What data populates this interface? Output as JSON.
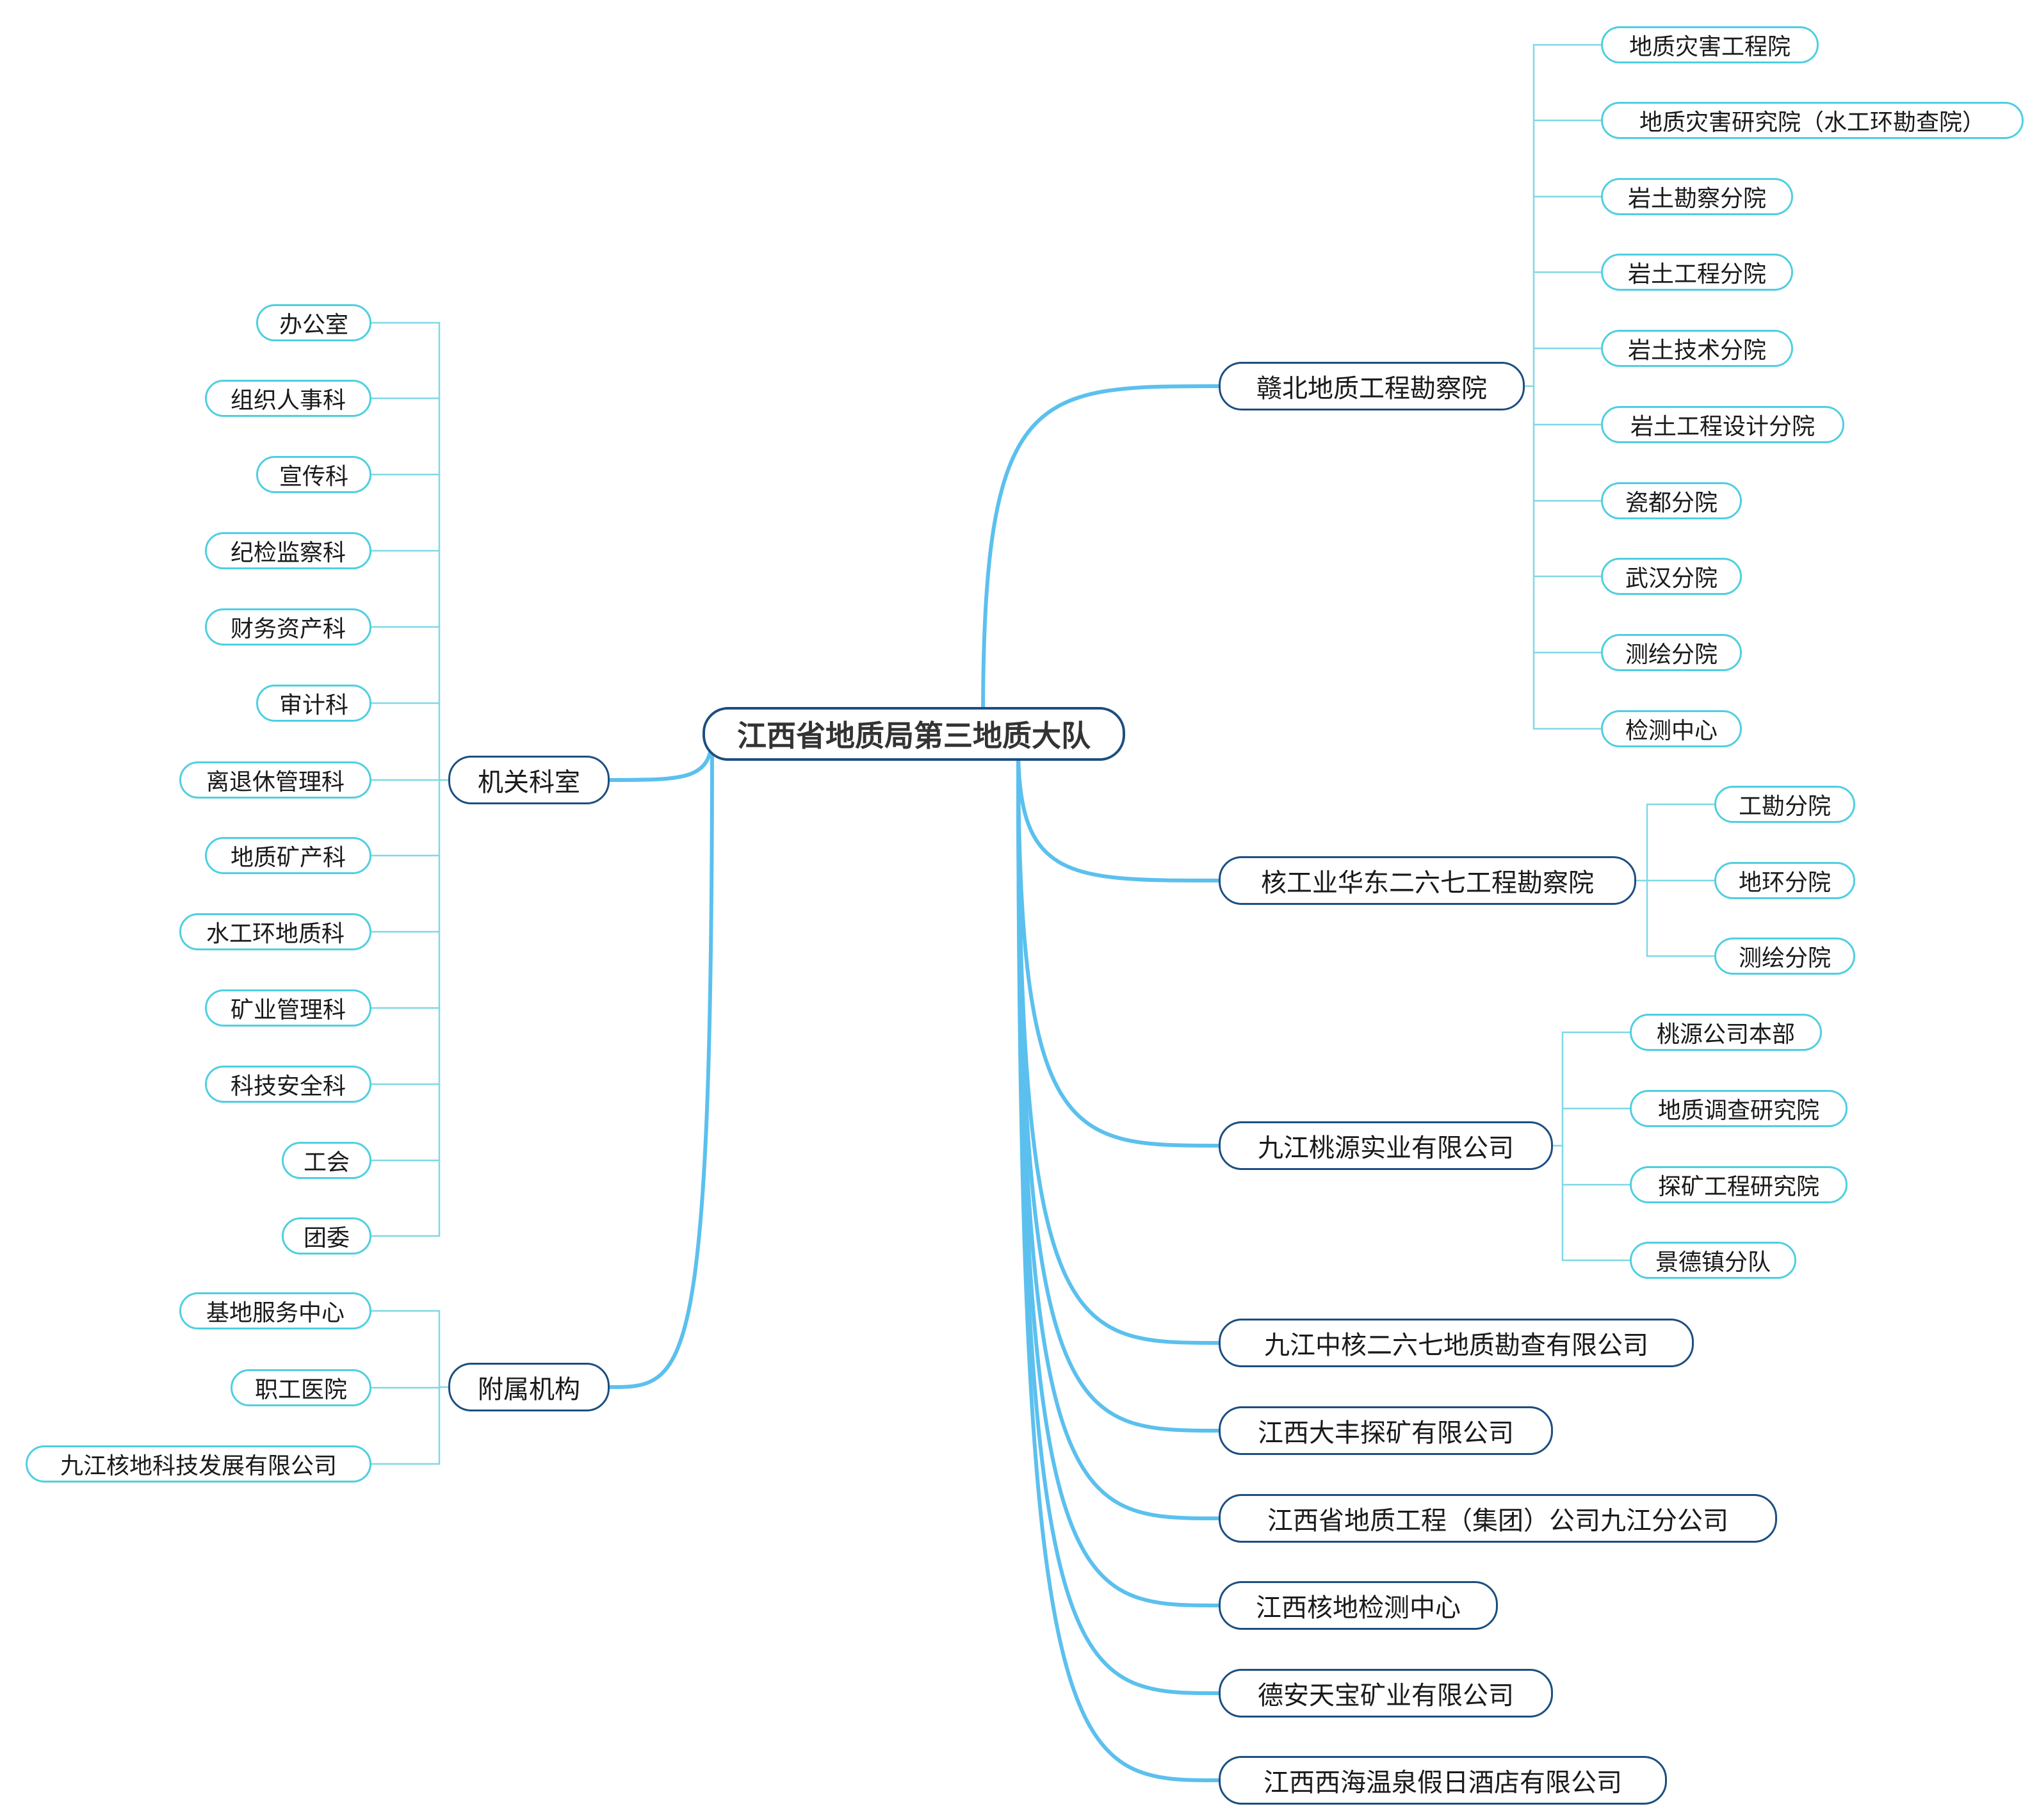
{
  "colors": {
    "main_link": "#5bc0ee",
    "leaf_link": "#7fd8e6",
    "branch_border": "#1c4e80",
    "leaf_border": "#4fcfe0"
  },
  "root": {
    "label": "江西省地质局第三地质大队"
  },
  "branches": {
    "left": [
      {
        "label": "机关科室",
        "children": [
          "办公室",
          "组织人事科",
          "宣传科",
          "纪检监察科",
          "财务资产科",
          "审计科",
          "离退休管理科",
          "地质矿产科",
          "水工环地质科",
          "矿业管理科",
          "科技安全科",
          "工会",
          "团委"
        ]
      },
      {
        "label": "附属机构",
        "children": [
          "基地服务中心",
          "职工医院",
          "九江核地科技发展有限公司"
        ]
      }
    ],
    "right": [
      {
        "label": "赣北地质工程勘察院",
        "children": [
          "地质灾害工程院",
          "地质灾害研究院（水工环勘查院）",
          "岩土勘察分院",
          "岩土工程分院",
          "岩土技术分院",
          "岩土工程设计分院",
          "瓷都分院",
          "武汉分院",
          "测绘分院",
          "检测中心"
        ]
      },
      {
        "label": "核工业华东二六七工程勘察院",
        "children": [
          "工勘分院",
          "地环分院",
          "测绘分院"
        ]
      },
      {
        "label": "九江桃源实业有限公司",
        "children": [
          "桃源公司本部",
          "地质调查研究院",
          "探矿工程研究院",
          "景德镇分队"
        ]
      },
      {
        "label": "九江中核二六七地质勘查有限公司",
        "children": []
      },
      {
        "label": "江西大丰探矿有限公司",
        "children": []
      },
      {
        "label": "江西省地质工程（集团）公司九江分公司",
        "children": []
      },
      {
        "label": "江西核地检测中心",
        "children": []
      },
      {
        "label": "德安天宝矿业有限公司",
        "children": []
      },
      {
        "label": "江西西海温泉假日酒店有限公司",
        "children": []
      }
    ]
  }
}
